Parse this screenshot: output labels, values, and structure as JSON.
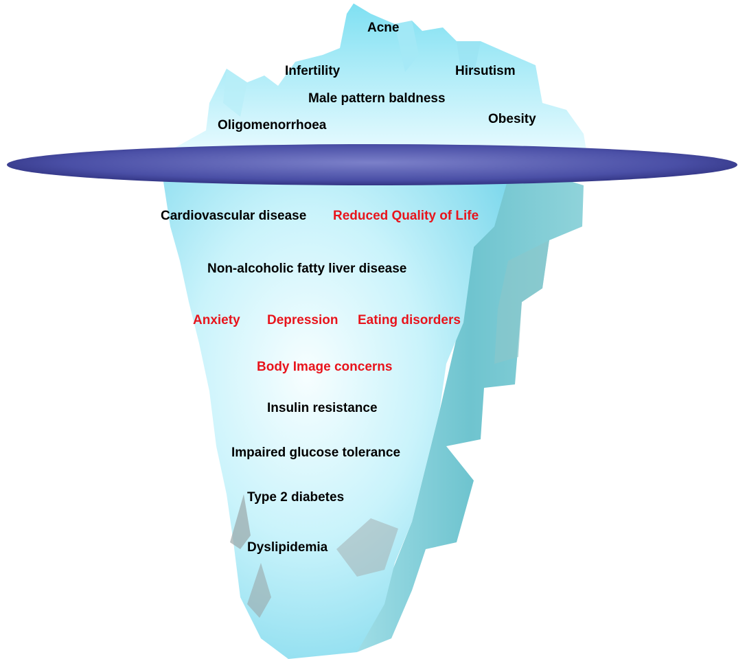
{
  "colors": {
    "ice_light": "#f2fdff",
    "ice_mid": "#aeeef8",
    "ice_dark": "#6fd6ea",
    "ice_shadow": "#7fb8bd",
    "water_edge": "#2a2c78",
    "water_mid": "#4a4fa6",
    "water_light": "#7b80c9",
    "physical_text": "#000000",
    "psychological_text": "#e8141c"
  },
  "above_water": {
    "items": [
      "Acne",
      "Infertility",
      "Hirsutism",
      "Male pattern baldness",
      "Obesity",
      "Oligomenorrhoea"
    ]
  },
  "below_water": {
    "items": [
      "Cardiovascular disease",
      "Reduced Quality of Life",
      "Non-alcoholic fatty liver disease",
      "Anxiety",
      "Depression",
      "Eating disorders",
      "Body Image concerns",
      "Insulin resistance",
      "Impaired glucose tolerance",
      "Type 2 diabetes",
      "Dyslipidemia"
    ]
  }
}
